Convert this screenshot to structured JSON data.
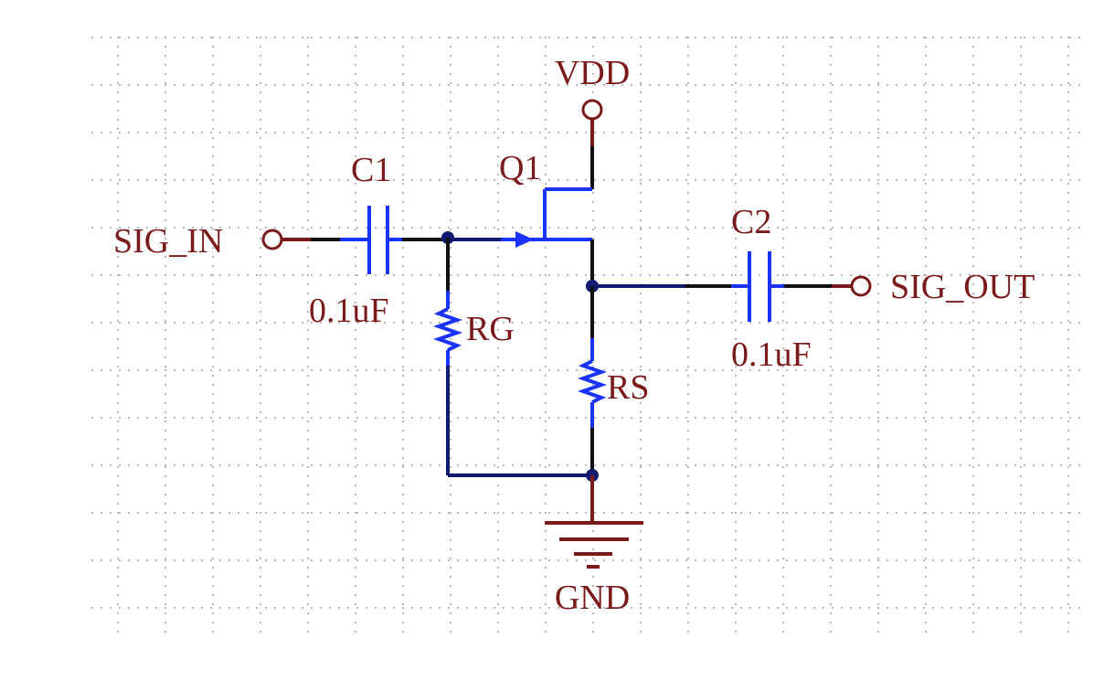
{
  "colors": {
    "label": "#7a1a1a",
    "component": "#1a33ff",
    "wire": "#111111",
    "gridDots": "#b8b8b8",
    "junction": "#101a70"
  },
  "labels": {
    "vdd": "VDD",
    "gnd": "GND",
    "sig_in": "SIG_IN",
    "sig_out": "SIG_OUT",
    "q1": "Q1",
    "c1": "C1",
    "c1_value": "0.1uF",
    "c2": "C2",
    "c2_value": "0.1uF",
    "rg": "RG",
    "rs": "RS"
  },
  "icons": {
    "capacitor": "capacitor-icon",
    "resistor": "resistor-icon",
    "transistor": "jfet-icon",
    "ground": "ground-icon",
    "terminal": "terminal-icon",
    "junction": "junction-dot-icon"
  }
}
